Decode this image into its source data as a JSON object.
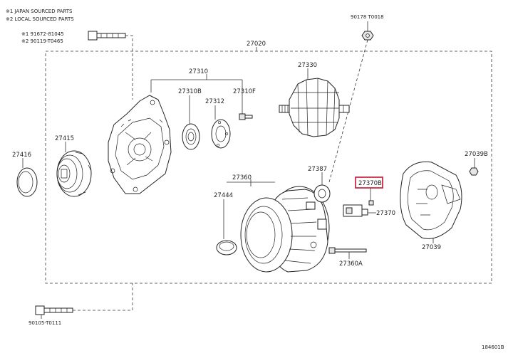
{
  "notes": [
    "※1 JAPAN SOURCED PARTS",
    "※2 LOCAL SOURCED PARTS"
  ],
  "parts": {
    "p_91672": "※1  91672-81045",
    "p_90119": "※2  90119-T0465",
    "p_90178": "90178  T0018",
    "p_27020": "27020",
    "p_27310": "27310",
    "p_27310B": "27310B",
    "p_27310F": "27310F",
    "p_27312": "27312",
    "p_27330": "27330",
    "p_27415": "27415",
    "p_27416": "27416",
    "p_27039B": "27039B",
    "p_27360": "27360",
    "p_27387": "27387",
    "p_27370B": "27370B",
    "p_27444": "27444",
    "p_27370": "27370",
    "p_27039": "27039",
    "p_27360A": "27360A",
    "p_90105": "90105-T0111"
  },
  "highlight": {
    "part": "27370B",
    "color": "#c4122f"
  },
  "diagram_id": "184601B"
}
